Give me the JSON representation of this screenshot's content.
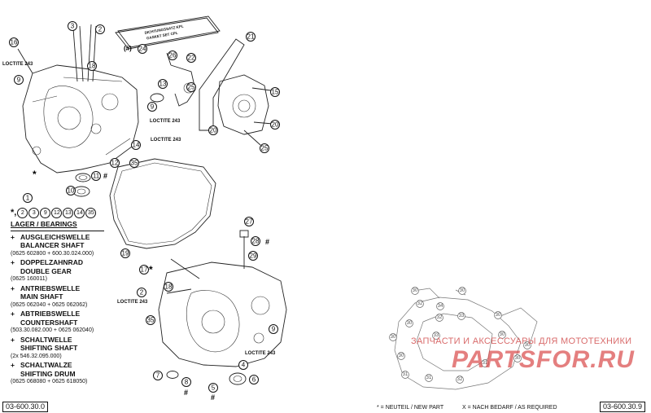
{
  "gasket_set": {
    "line1": "DICHTUNGSSATZ KPL",
    "line2": "GASKET SET CPL"
  },
  "gasket_marker": "(#)",
  "loctite_text": "LOCTITE 243",
  "callouts": {
    "c16": "16",
    "c3": "3",
    "c2": "2",
    "c18a": "18",
    "c9a": "9",
    "c26a": "26",
    "c22": "22",
    "c25a": "25",
    "c13": "13",
    "c21": "21",
    "c15": "15",
    "c20": "20",
    "c25b": "25",
    "c9b": "9",
    "c14": "14",
    "c35a": "35",
    "c12": "12",
    "c11": "11",
    "c10": "10",
    "c1": "1",
    "c19": "19",
    "c27": "27",
    "c28": "28",
    "c29": "29",
    "c17": "17",
    "c18b": "18",
    "c35b": "35",
    "c2b": "2",
    "c9c": "9",
    "c7": "7",
    "c8": "8",
    "c5": "5",
    "c4": "4",
    "c6": "6",
    "c24": "24"
  },
  "marks": {
    "hash": "#",
    "star": "*"
  },
  "legend": {
    "prefix_star": "*,",
    "header_numbers": [
      "2",
      "3",
      "9",
      "12",
      "13",
      "14",
      "35"
    ],
    "title": "LAGER / BEARINGS",
    "items": [
      {
        "plus": "+",
        "de": "AUSGLEICHSWELLE",
        "en": "BALANCER SHAFT",
        "num": "(0625 602800 + 600.30.024.000)"
      },
      {
        "plus": "+",
        "de": "DOPPELZAHNRAD",
        "en": "DOUBLE GEAR",
        "num": "(0625 160011)"
      },
      {
        "plus": "+",
        "de": "ANTRIEBSWELLE",
        "en": "MAIN SHAFT",
        "num": "(0625 062040 + 0625 062062)"
      },
      {
        "plus": "+",
        "de": "ABTRIEBSWELLE",
        "en": "COUNTERSHAFT",
        "num": "(503.30.082.000 + 0625 062040)"
      },
      {
        "plus": "+",
        "de": "SCHALTWELLE",
        "en": "SHIFTING SHAFT",
        "num": "(2x  546.32.095.000)"
      },
      {
        "plus": "+",
        "de": "SCHALTWALZE",
        "en": "SHIFTING DRUM",
        "num": "(0625 068080 + 0625 618050)"
      }
    ]
  },
  "codes": {
    "left": "03-600.30.0",
    "right": "03-600.30.9"
  },
  "footer": {
    "neuteil": "* = NEUTEIL / NEW PART",
    "bedarf": "X = NACH BEDARF / AS REQUIRED"
  },
  "watermark": {
    "text": "ЗАПЧАСТИ И АКСЕССУАРЫ ДЛЯ МОТОТЕХНИКИ",
    "logo": "PARTSFOR.RU"
  },
  "mini_callouts": [
    "30",
    "30",
    "32",
    "34",
    "33",
    "32",
    "30",
    "30",
    "30",
    "33",
    "30",
    "31",
    "31",
    "32",
    "31",
    "30",
    "30",
    "30"
  ]
}
